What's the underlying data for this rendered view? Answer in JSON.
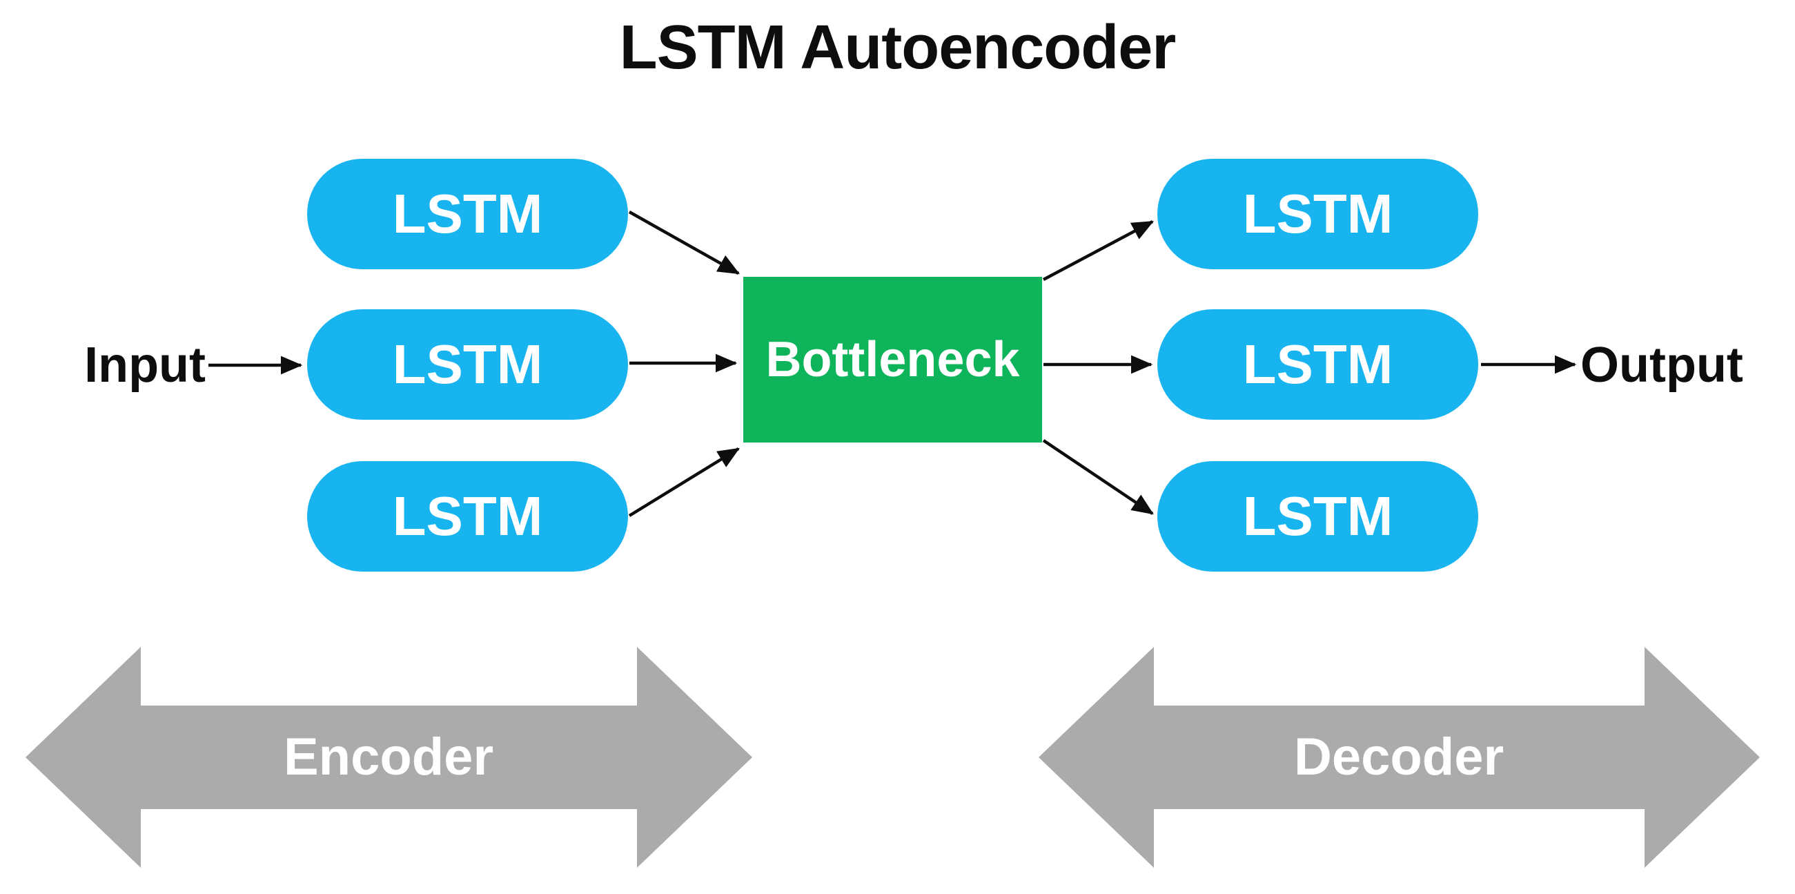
{
  "title": "LSTM Autoencoder",
  "colors": {
    "pill_blue": "#18b4f0",
    "bottleneck_green": "#0db45a",
    "band_gray": "#ababab",
    "ink_black": "#0d0d0d",
    "text_white": "#ffffff",
    "background": "#ffffff"
  },
  "io": {
    "input_label": "Input",
    "output_label": "Output"
  },
  "encoder": {
    "band_label": "Encoder",
    "cells": [
      {
        "label": "LSTM"
      },
      {
        "label": "LSTM"
      },
      {
        "label": "LSTM"
      }
    ]
  },
  "bottleneck": {
    "label": "Bottleneck"
  },
  "decoder": {
    "band_label": "Decoder",
    "cells": [
      {
        "label": "LSTM"
      },
      {
        "label": "LSTM"
      },
      {
        "label": "LSTM"
      }
    ]
  }
}
